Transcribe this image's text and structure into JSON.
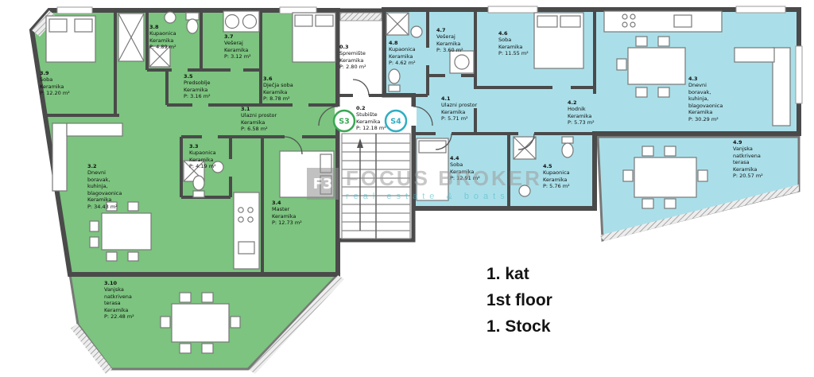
{
  "colors": {
    "unit_left": "#7cc47f",
    "unit_right": "#aadfe9",
    "wall": "#4a4a4a",
    "badge_left": "#3aa855",
    "badge_right": "#2fafc3"
  },
  "units": {
    "left_badge": "S3",
    "right_badge": "S4"
  },
  "floor": {
    "hr": "1. kat",
    "en": "1st floor",
    "de": "1. Stock"
  },
  "watermark": {
    "logo": "F3",
    "brand": "FOCUS BROKER",
    "tagline": "real estate & boats"
  },
  "rooms": [
    {
      "id": "3.9",
      "name": "Soba",
      "material": "Keramika",
      "area": "P: 12.20 m²"
    },
    {
      "id": "3.8",
      "name": "Kupaonica",
      "material": "Keramika",
      "area": "P: 4.89 m²"
    },
    {
      "id": "3.7",
      "name": "Vešeraj",
      "material": "Keramika",
      "area": "P: 3.12 m²"
    },
    {
      "id": "3.5",
      "name": "Predsoblje",
      "material": "Keramika",
      "area": "P: 3.16 m²"
    },
    {
      "id": "3.6",
      "name": "Dječja soba",
      "material": "Keramika",
      "area": "P: 8.78 m²"
    },
    {
      "id": "3.1",
      "name": "Ulazni prostor",
      "material": "Keramika",
      "area": "P: 6.58 m²"
    },
    {
      "id": "3.3",
      "name": "Kupaonica",
      "material": "Keramika",
      "area": "P: 4.19 m²"
    },
    {
      "id": "3.2",
      "name": "Dnevni boravak, kuhinja, blagovaonica",
      "material": "Keramika",
      "area": "P: 34.43 m²"
    },
    {
      "id": "3.4",
      "name": "Master",
      "material": "Keramika",
      "area": "P: 12.73 m²"
    },
    {
      "id": "3.10",
      "name": "Vanjska natkrivena terasa",
      "material": "Keramika",
      "area": "P: 22.48 m²"
    },
    {
      "id": "0.3",
      "name": "Spremište",
      "material": "Keramika",
      "area": "P: 2.80 m²"
    },
    {
      "id": "0.2",
      "name": "Stubište",
      "material": "Keramika",
      "area": "P: 12.18 m²"
    },
    {
      "id": "4.8",
      "name": "Kupaonica",
      "material": "Keramika",
      "area": "P: 4.62 m²"
    },
    {
      "id": "4.7",
      "name": "Vešeraj",
      "material": "Keramika",
      "area": "P: 3.60 m²"
    },
    {
      "id": "4.6",
      "name": "Soba",
      "material": "Keramika",
      "area": "P: 11.55 m²"
    },
    {
      "id": "4.1",
      "name": "Ulazni prostor",
      "material": "Keramika",
      "area": "P: 5.71 m²"
    },
    {
      "id": "4.2",
      "name": "Hodnik",
      "material": "Keramika",
      "area": "P: 5.73 m²"
    },
    {
      "id": "4.3",
      "name": "Dnevni boravak, kuhinja, blagovaonica",
      "material": "Keramika",
      "area": "P: 30.29 m²"
    },
    {
      "id": "4.4",
      "name": "Soba",
      "material": "Keramika",
      "area": "P: 12.91 m²"
    },
    {
      "id": "4.5",
      "name": "Kupaonica",
      "material": "Keramika",
      "area": "P: 5.76 m²"
    },
    {
      "id": "4.9",
      "name": "Vanjska natkrivena terasa",
      "material": "Keramika",
      "area": "P: 20.57 m²"
    }
  ]
}
